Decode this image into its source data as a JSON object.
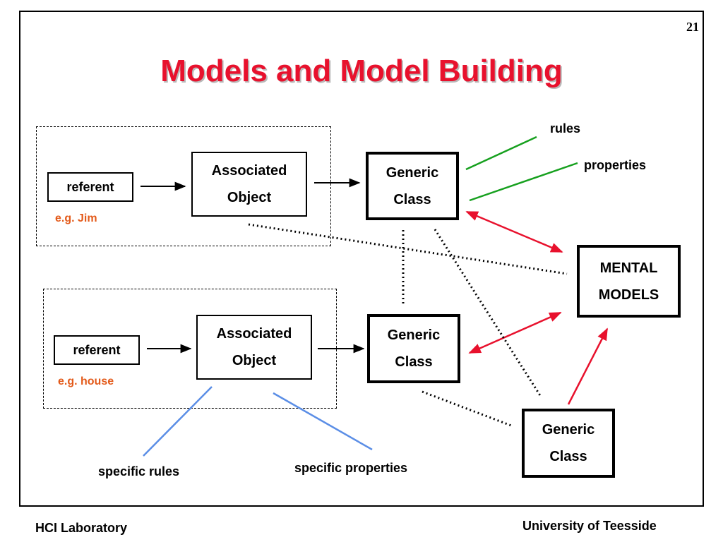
{
  "slide_number": "21",
  "title": "Models and Model Building",
  "top_group": {
    "referent": "referent",
    "example": "e.g. Jim",
    "assoc_line1": "Associated",
    "assoc_line2": "Object",
    "generic_line1": "Generic",
    "generic_line2": "Class"
  },
  "bottom_group": {
    "referent": "referent",
    "example": "e.g. house",
    "assoc_line1": "Associated",
    "assoc_line2": "Object",
    "generic_line1": "Generic",
    "generic_line2": "Class"
  },
  "lower_generic": {
    "line1": "Generic",
    "line2": "Class"
  },
  "mental_models": {
    "line1": "MENTAL",
    "line2": "MODELS"
  },
  "annotations": {
    "rules": "rules",
    "properties": "properties",
    "specific_rules": "specific rules",
    "specific_properties": "specific properties"
  },
  "footer": {
    "left": "HCI Laboratory",
    "right": "University of Teesside"
  },
  "colors": {
    "title": "#e8112d",
    "example_text": "#e35a1a",
    "rule_lines": "#16a01e",
    "double_arrows": "#e8112d",
    "specific_lines": "#5b8ee6"
  }
}
